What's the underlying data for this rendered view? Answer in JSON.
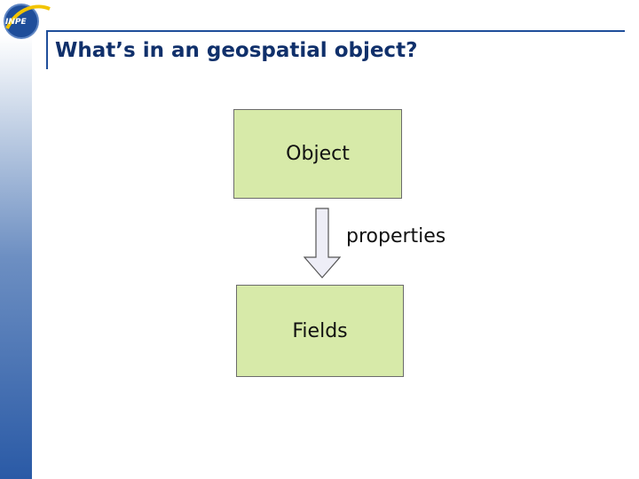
{
  "logo": {
    "text": "INPE"
  },
  "slide": {
    "title": "What’s in an geospatial object?"
  },
  "diagram": {
    "top_box": "Object",
    "bottom_box": "Fields",
    "arrow_label": "properties"
  },
  "colors": {
    "box_fill": "#d7eaa9",
    "title": "#10306b",
    "accent_line": "#1f4e9a",
    "arrow_fill": "#eeeef7"
  }
}
